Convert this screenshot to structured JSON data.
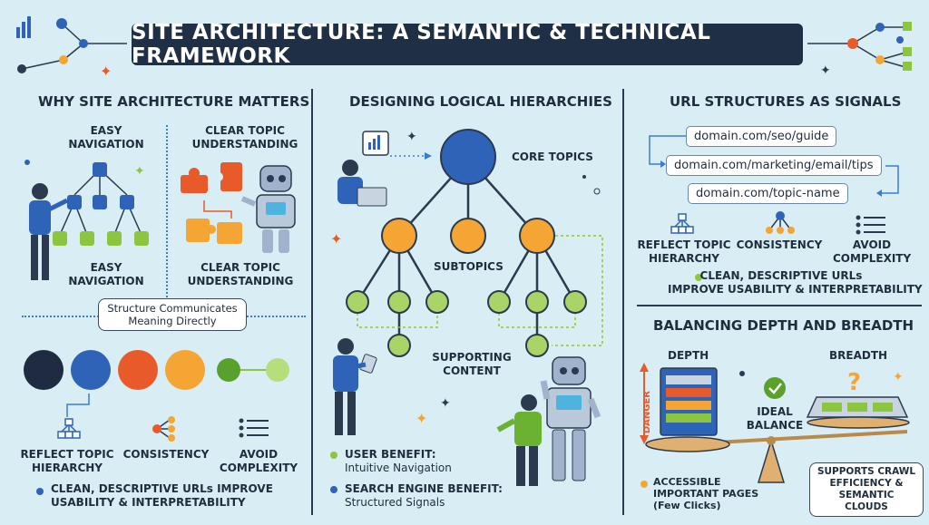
{
  "title": "SITE ARCHITECTURE: A SEMANTIC & TECHNICAL FRAMEWORK",
  "left": {
    "heading": "WHY SITE ARCHITECTURE MATTERS",
    "easy_nav_top": [
      "EASY",
      "NAVIGATION"
    ],
    "clear_topic_top": [
      "CLEAR TOPIC",
      "UNDERSTANDING"
    ],
    "easy_nav_bottom": [
      "EASY",
      "NAVIGATION"
    ],
    "clear_topic_bottom": [
      "CLEAR TOPIC",
      "UNDERSTANDING"
    ],
    "bubble": [
      "Structure Communicates",
      "Meaning Directly"
    ],
    "circle_colors": [
      "#1f2b40",
      "#2e63b8",
      "#e85a2a",
      "#f4a533"
    ],
    "icons": [
      {
        "label": [
          "REFLECT TOPIC",
          "HIERARCHY"
        ],
        "icon": "hierarchy-icon"
      },
      {
        "label": [
          "CONSISTENCY"
        ],
        "icon": "consistency-icon"
      },
      {
        "label": [
          "AVOID",
          "COMPLEXITY"
        ],
        "icon": "list-icon"
      }
    ],
    "footer": [
      "CLEAN, DESCRIPTIVE URLs IMPROVE",
      "USABILITY & INTERPRETABILITY"
    ]
  },
  "middle": {
    "heading": "DESIGNING LOGICAL HIERARCHIES",
    "core_topics": "CORE TOPICS",
    "subtopics": "SUBTOPICS",
    "supporting": [
      "SUPPORTING",
      "CONTENT"
    ],
    "user_benefit_title": "USER BENEFIT:",
    "user_benefit_text": "Intuitive Navigation",
    "search_benefit_title": "SEARCH ENGINE BENEFIT:",
    "search_benefit_text": "Structured Signals"
  },
  "right": {
    "heading": "URL STRUCTURES AS SIGNALS",
    "urls": [
      "domain.com/seo/guide",
      "domain.com/marketing/email/tips",
      "domain.com/topic-name"
    ],
    "icons": [
      {
        "label": [
          "REFLECT TOPIC",
          "HIERARCHY"
        ],
        "icon": "hierarchy-icon"
      },
      {
        "label": [
          "CONSISTENCY"
        ],
        "icon": "consistency-icon"
      },
      {
        "label": [
          "AVOID",
          "COMPLEXITY"
        ],
        "icon": "list-icon"
      }
    ],
    "footer": [
      "CLEAN, DESCRIPTIVE URLs",
      "IMPROVE USABILITY & INTERPRETABILITY"
    ],
    "balance_heading": "BALANCING DEPTH AND BREADTH",
    "depth": "DEPTH",
    "breadth": "BREADTH",
    "danger": "DANGER",
    "ideal": [
      "IDEAL",
      "BALANCE"
    ],
    "accessible": [
      "ACCESSIBLE",
      "IMPORTANT PAGES",
      "(Few Clicks)"
    ],
    "supports": [
      "SUPPORTS CRAWL",
      "EFFICIENCY &",
      "SEMANTIC CLOUDS"
    ]
  }
}
